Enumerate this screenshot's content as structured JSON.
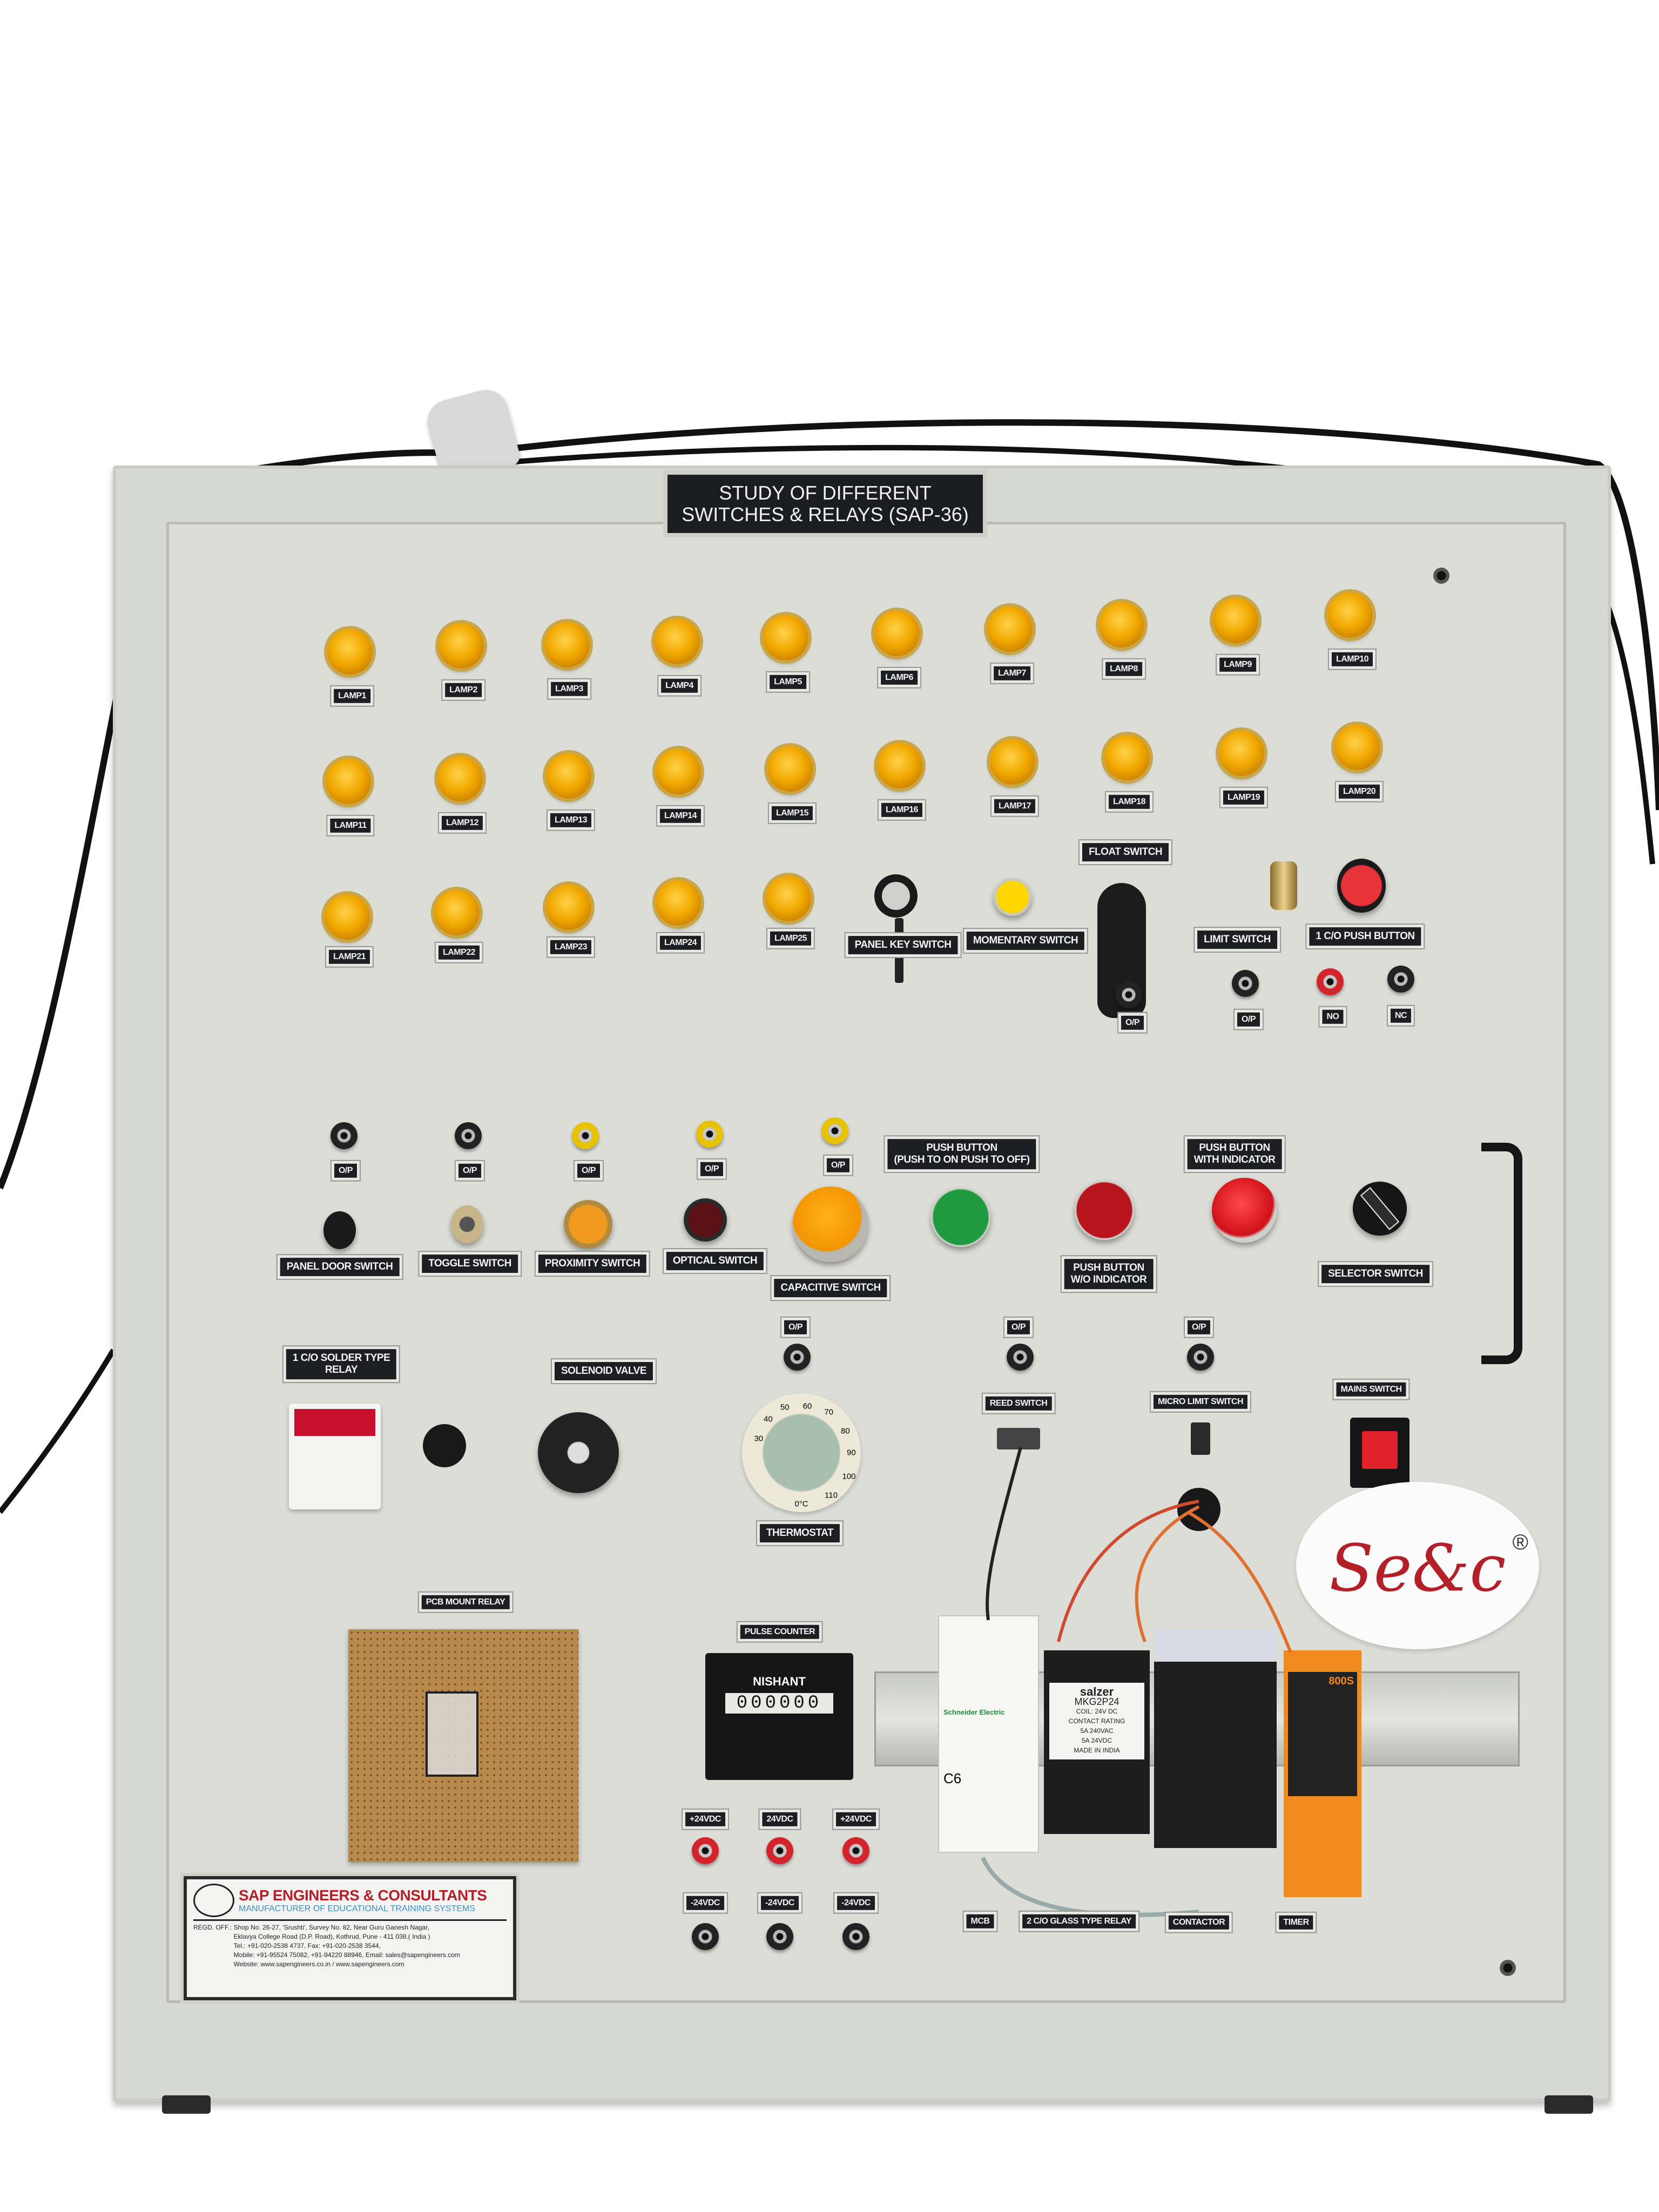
{
  "title_plate": {
    "line1": "STUDY OF DIFFERENT",
    "line2": "SWITCHES & RELAYS (SAP-36)"
  },
  "lamps": [
    "LAMP1",
    "LAMP2",
    "LAMP3",
    "LAMP4",
    "LAMP5",
    "LAMP6",
    "LAMP7",
    "LAMP8",
    "LAMP9",
    "LAMP10",
    "LAMP11",
    "LAMP12",
    "LAMP13",
    "LAMP14",
    "LAMP15",
    "LAMP16",
    "LAMP17",
    "LAMP18",
    "LAMP19",
    "LAMP20",
    "LAMP21",
    "LAMP22",
    "LAMP23",
    "LAMP24",
    "LAMP25"
  ],
  "lamp_color": "#f2a900",
  "switches": {
    "panel_key": "PANEL KEY SWITCH",
    "momentary": "MOMENTARY SWITCH",
    "float": "FLOAT SWITCH",
    "limit": "LIMIT SWITCH",
    "push_1co": "1 C/O PUSH BUTTON",
    "panel_door": "PANEL DOOR SWITCH",
    "toggle": "TOGGLE SWITCH",
    "proximity": "PROXIMITY SWITCH",
    "optical": "OPTICAL SWITCH",
    "capacitive": "CAPACITIVE SWITCH",
    "push_on_off_1": "PUSH BUTTON",
    "push_on_off_2": "(PUSH TO ON PUSH TO OFF)",
    "push_wo_1": "PUSH BUTTON",
    "push_wo_2": "W/O INDICATOR",
    "push_wi_1": "PUSH BUTTON",
    "push_wi_2": "WITH INDICATOR",
    "selector": "SELECTOR SWITCH",
    "solder_relay_1": "1 C/O SOLDER TYPE",
    "solder_relay_2": "RELAY",
    "solenoid": "SOLENOID VALVE",
    "thermostat": "THERMOSTAT",
    "reed": "REED SWITCH",
    "micro_limit": "MICRO LIMIT SWITCH",
    "mains": "MAINS SWITCH",
    "pcb_relay": "PCB MOUNT RELAY",
    "pulse_counter": "PULSE COUNTER"
  },
  "terminals": {
    "op": "O/P",
    "no": "NO",
    "nc": "NC",
    "plus24": "+24VDC",
    "v24": "24VDC",
    "minus24": "-24VDC"
  },
  "thermostat_scale": [
    "30",
    "40",
    "50",
    "60",
    "70",
    "80",
    "90",
    "100",
    "110"
  ],
  "thermostat_unit": "0°C",
  "counter": {
    "brand": "NISHANT",
    "value": "000000"
  },
  "relay_device": {
    "brand": "salzer",
    "model": "MKG2P24",
    "coil": "COIL: 24V DC",
    "rating_title": "CONTACT RATING",
    "rating1": "5A 240VAC",
    "rating2": "5A 24VDC",
    "origin": "MADE IN INDIA"
  },
  "mcb_device": {
    "brand": "Schneider Electric",
    "rating": "C6"
  },
  "din_labels": {
    "mcb": "MCB",
    "relay": "2 C/O GLASS TYPE RELAY",
    "contactor": "CONTACTOR",
    "timer": "TIMER"
  },
  "timer_device": {
    "model": "800S"
  },
  "logo": {
    "text": "Se&c",
    "registered": "®"
  },
  "nameplate": {
    "company": "SAP ENGINEERS & CONSULTANTS",
    "tagline": "MANUFACTURER OF EDUCATIONAL TRAINING SYSTEMS",
    "address_label": "REGD. OFF.:",
    "address1": "Shop No. 26-27, 'Srushti', Survey No. 82, Near Guru Ganesh Nagar,",
    "address2": "Eklavya College Road (D.P. Road), Kothrud, Pune - 411 038.( India )",
    "phone": "Tel.: +91-020-2538 4737, Fax: +91-020-2538 3544,",
    "mobile": "Mobile: +91-95524 75082, +91-94220 88946, Email: sales@sapengineers.com",
    "website": "Website: www.sapengineers.co.in / www.sapengineers.com"
  },
  "colors": {
    "panel": "#d6d8d2",
    "label_bg": "#1c1e21",
    "brand_red": "#b3202a",
    "brand_blue": "#3a8fc4"
  }
}
